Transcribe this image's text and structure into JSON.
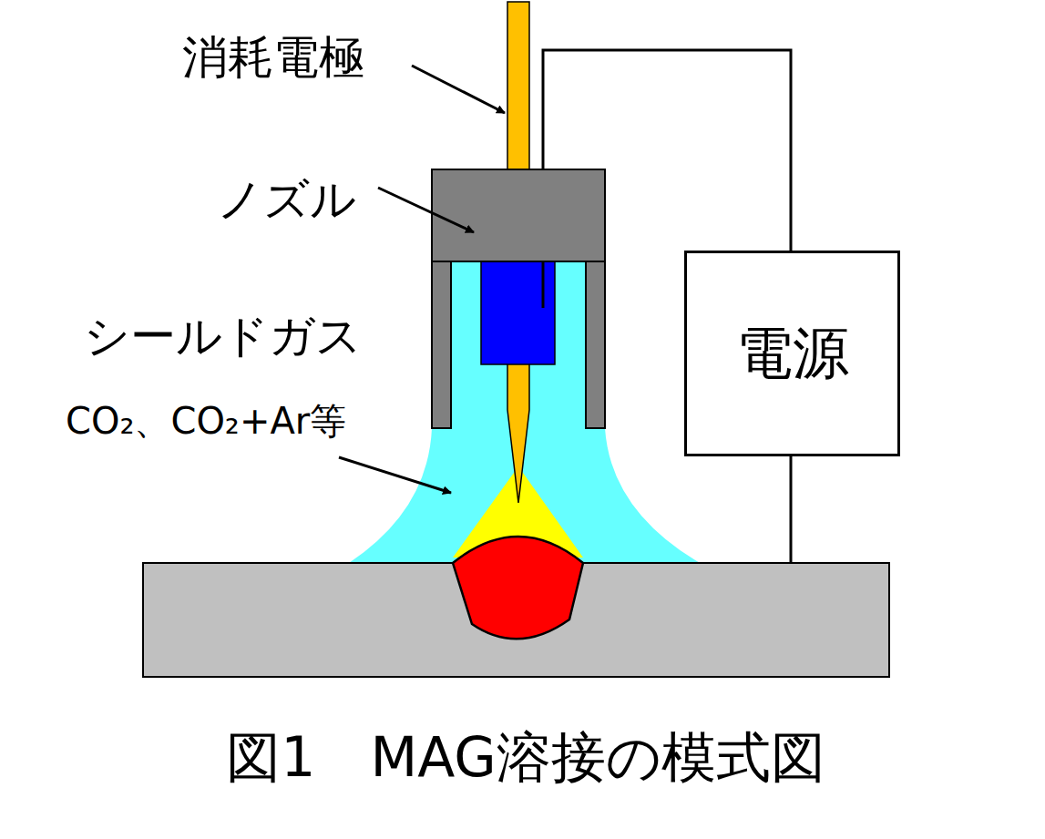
{
  "diagram": {
    "caption": "図1　MAG溶接の模式図",
    "nodes": [
      {
        "text": [
          "電源"
        ]
      }
    ],
    "labels": [
      "消耗電極",
      "ノズル",
      "シールドガス",
      "CO₂、CO₂+Ar等"
    ]
  }
}
